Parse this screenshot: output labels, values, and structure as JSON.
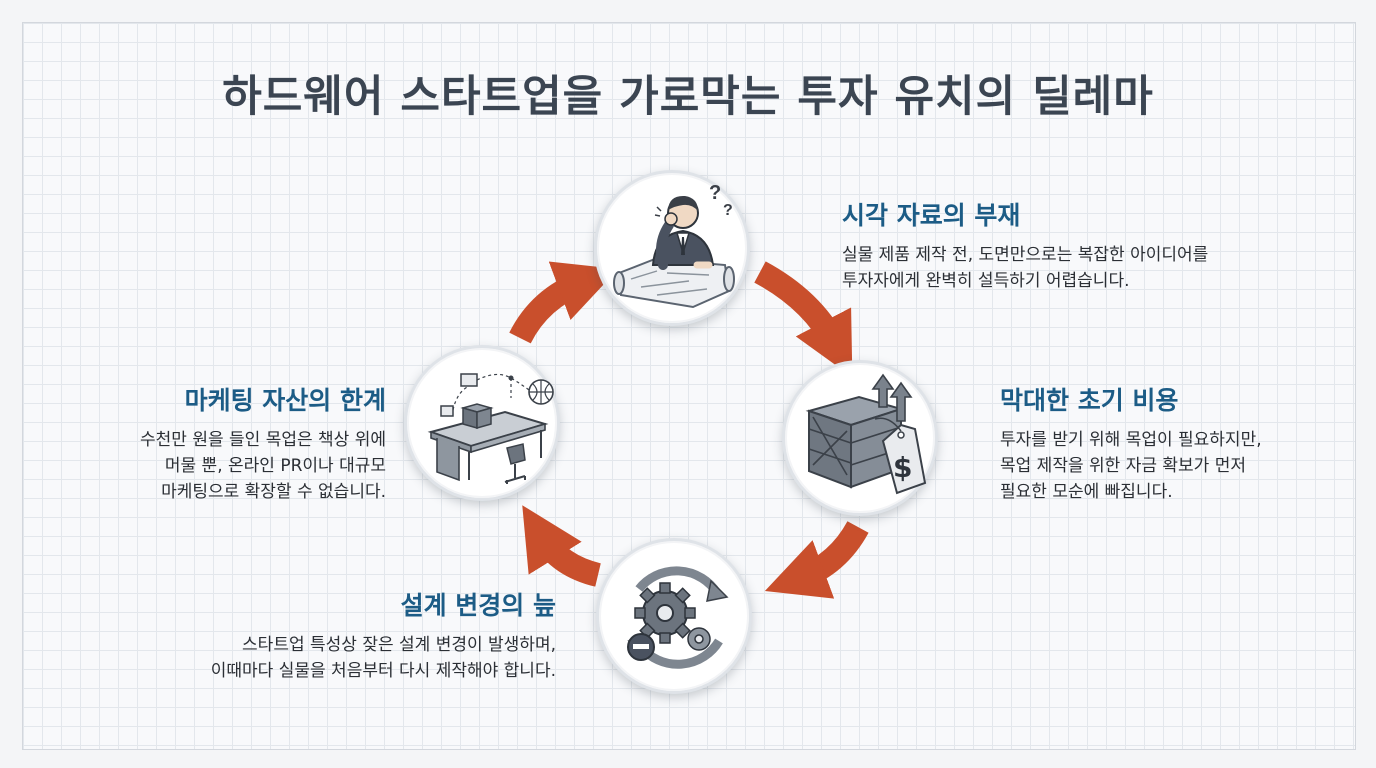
{
  "title": "하드웨어 스타트업을 가로막는 투자 유치의 딜레마",
  "colors": {
    "accent": "#c94f2c",
    "heading": "#1c5c86",
    "title": "#3b4552",
    "grid": "#e3e7ec"
  },
  "cycle": [
    {
      "id": "top",
      "heading": "시각 자료의 부재",
      "lines": [
        "실물 제품 제작 전, 도면만으로는 복잡한 아이디어를",
        "투자자에게 완벽히 설득하기 어렵습니다."
      ],
      "icon": "confused-man-blueprint-icon"
    },
    {
      "id": "right",
      "heading": "막대한 초기 비용",
      "lines": [
        "투자를 받기 위해 목업이 필요하지만,",
        "목업 제작을 위한 자금 확보가 먼저",
        "필요한 모순에 빠집니다."
      ],
      "icon": "crate-price-tag-icon"
    },
    {
      "id": "bottom",
      "heading": "설계 변경의 늪",
      "lines": [
        "스타트업 특성상 잦은 설계 변경이 발생하며,",
        "이때마다 실물을 처음부터 다시 제작해야 합니다."
      ],
      "icon": "gear-cycle-icon"
    },
    {
      "id": "left",
      "heading": "마케팅 자산의 한계",
      "lines": [
        "수천만 원을 들인 목업은 책상 위에",
        "머물 뿐, 온라인 PR이나 대규모",
        "마케팅으로 확장할 수 없습니다."
      ],
      "icon": "desk-network-icon"
    }
  ]
}
